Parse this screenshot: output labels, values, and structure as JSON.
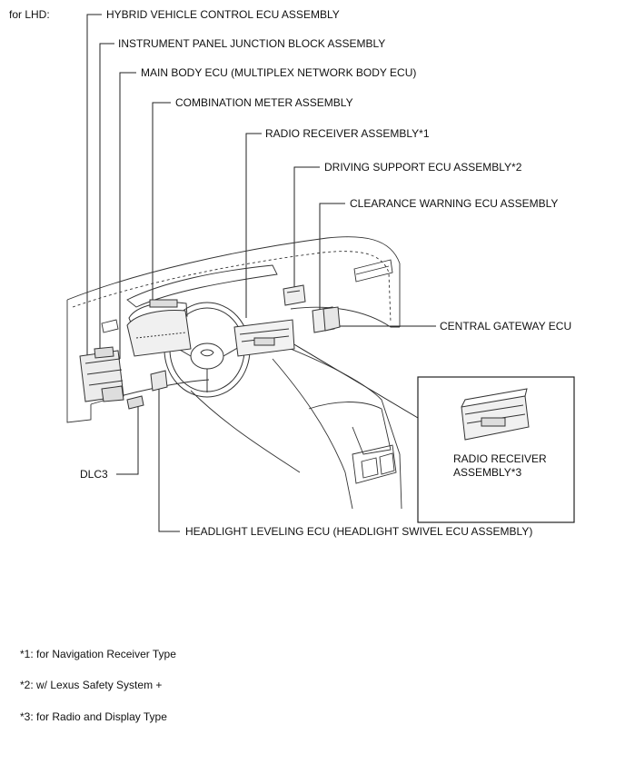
{
  "header": {
    "variant_label": "for LHD:"
  },
  "components": {
    "hybrid_ecu": "HYBRID VEHICLE CONTROL ECU ASSEMBLY",
    "ip_junction_block": "INSTRUMENT PANEL JUNCTION BLOCK ASSEMBLY",
    "main_body_ecu": "MAIN BODY ECU (MULTIPLEX NETWORK BODY ECU)",
    "combination_meter": "COMBINATION METER ASSEMBLY",
    "radio_receiver_1": "RADIO RECEIVER ASSEMBLY*1",
    "driving_support_ecu": "DRIVING SUPPORT ECU ASSEMBLY*2",
    "clearance_warning_ecu": "CLEARANCE WARNING ECU ASSEMBLY",
    "central_gateway_ecu": "CENTRAL GATEWAY ECU",
    "dlc3": "DLC3",
    "headlight_leveling_ecu": "HEADLIGHT LEVELING ECU (HEADLIGHT SWIVEL ECU ASSEMBLY)"
  },
  "inset": {
    "label_line1": "RADIO RECEIVER",
    "label_line2": "ASSEMBLY*3"
  },
  "footnotes": [
    "*1: for Navigation Receiver Type",
    "*2: w/ Lexus Safety System +",
    "*3: for Radio and Display Type"
  ]
}
